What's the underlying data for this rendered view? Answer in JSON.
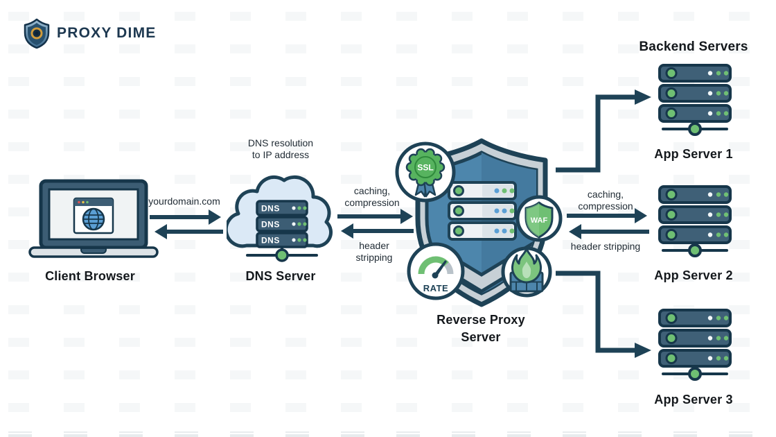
{
  "brand": {
    "name": "PROXY DIME"
  },
  "nodes": {
    "client": {
      "label": "Client Browser"
    },
    "dns": {
      "label": "DNS Server",
      "annotation_line1": "DNS resolution",
      "annotation_line2": "to IP address",
      "rack": [
        "DNS",
        "DNS",
        "DNS"
      ]
    },
    "proxy": {
      "label_line1": "Reverse Proxy",
      "label_line2": "Server",
      "badge_ssl": "SSL",
      "badge_waf": "WAF",
      "badge_rate": "RATE"
    },
    "backend": {
      "title": "Backend Servers",
      "servers": [
        {
          "label": "App Server 1"
        },
        {
          "label": "App Server 2"
        },
        {
          "label": "App Server 3"
        }
      ]
    }
  },
  "links": {
    "client_dns": {
      "request": "yourdomain.com"
    },
    "dns_proxy": {
      "request_line1": "caching,",
      "request_line2": "compression",
      "response_line1": "header",
      "response_line2": "stripping"
    },
    "proxy_backend": {
      "request_line1": "caching,",
      "request_line2": "compression",
      "response": "header stripping"
    }
  },
  "colors": {
    "outline_navy": "#1e4256",
    "slate_blue": "#3c5d74",
    "shield_blue": "#4d86ac",
    "shield_blue_dark": "#447a9f",
    "silver": "#c7d0d6",
    "green": "#6fbf73",
    "cloud_blue": "#dbe9f6",
    "globe_blue": "#5b9fd4",
    "gold": "#cf9b3c"
  }
}
